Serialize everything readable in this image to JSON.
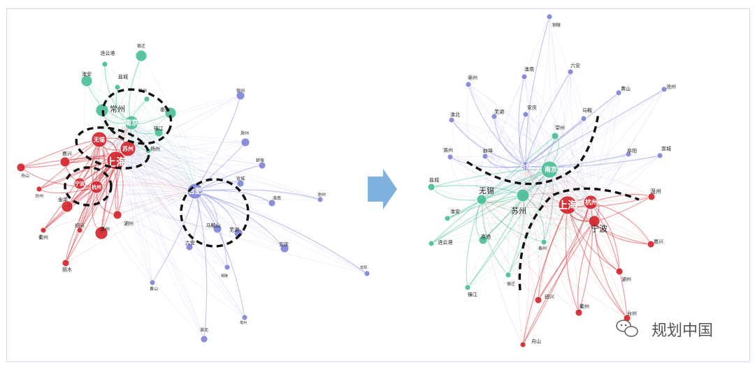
{
  "colors": {
    "red": "#d5262e",
    "green": "#4cbf98",
    "blue": "#7f86d8",
    "arrow": "#7fb2de",
    "frame": "#cfdbe6"
  },
  "left_network": {
    "nodes": [
      {
        "name": "宿迁",
        "c": "green"
      },
      {
        "name": "连云港",
        "c": "green"
      },
      {
        "name": "淮安",
        "c": "green"
      },
      {
        "name": "盐城",
        "c": "green"
      },
      {
        "name": "徐州",
        "c": "green"
      },
      {
        "name": "常州",
        "c": "green"
      },
      {
        "name": "泰州",
        "c": "green"
      },
      {
        "name": "南京",
        "c": "green"
      },
      {
        "name": "镇江",
        "c": "green"
      },
      {
        "name": "扬州",
        "c": "green"
      },
      {
        "name": "无锡",
        "c": "red"
      },
      {
        "name": "苏州",
        "c": "red"
      },
      {
        "name": "上海",
        "c": "red"
      },
      {
        "name": "嘉兴",
        "c": "red"
      },
      {
        "name": "舟山",
        "c": "red"
      },
      {
        "name": "宁波",
        "c": "red"
      },
      {
        "name": "杭州",
        "c": "red"
      },
      {
        "name": "台州",
        "c": "red"
      },
      {
        "name": "金华",
        "c": "red"
      },
      {
        "name": "湖州",
        "c": "red"
      },
      {
        "name": "绍兴",
        "c": "red"
      },
      {
        "name": "温州",
        "c": "red"
      },
      {
        "name": "衢州",
        "c": "red"
      },
      {
        "name": "丽水",
        "c": "red"
      },
      {
        "name": "宿州",
        "c": "blue"
      },
      {
        "name": "滁州",
        "c": "blue"
      },
      {
        "name": "蚌埠",
        "c": "blue"
      },
      {
        "name": "合肥",
        "c": "blue"
      },
      {
        "name": "宣城",
        "c": "blue"
      },
      {
        "name": "淮南",
        "c": "blue"
      },
      {
        "name": "池州",
        "c": "blue"
      },
      {
        "name": "马鞍山",
        "c": "blue"
      },
      {
        "name": "芜湖",
        "c": "blue"
      },
      {
        "name": "六安",
        "c": "blue"
      },
      {
        "name": "安庆",
        "c": "blue"
      },
      {
        "name": "铜陵",
        "c": "blue"
      },
      {
        "name": "黄山",
        "c": "blue"
      },
      {
        "name": "淮北",
        "c": "blue"
      },
      {
        "name": "亳州",
        "c": "blue"
      },
      {
        "name": "阜阳",
        "c": "blue"
      }
    ]
  },
  "right_network": {
    "nodes": [
      {
        "name": "铜陵",
        "c": "blue"
      },
      {
        "name": "亳州",
        "c": "blue"
      },
      {
        "name": "淮南",
        "c": "blue"
      },
      {
        "name": "六安",
        "c": "blue"
      },
      {
        "name": "黄山",
        "c": "blue"
      },
      {
        "name": "池州",
        "c": "blue"
      },
      {
        "name": "淮北",
        "c": "blue"
      },
      {
        "name": "芜湖",
        "c": "blue"
      },
      {
        "name": "安庆",
        "c": "blue"
      },
      {
        "name": "马鞍",
        "c": "blue"
      },
      {
        "name": "滁州",
        "c": "blue"
      },
      {
        "name": "蚌埠",
        "c": "blue"
      },
      {
        "name": "常州",
        "c": "green"
      },
      {
        "name": "阜阳",
        "c": "blue"
      },
      {
        "name": "宣城",
        "c": "blue"
      },
      {
        "name": "盐城",
        "c": "green"
      },
      {
        "name": "合肥",
        "c": "blue"
      },
      {
        "name": "南京",
        "c": "green"
      },
      {
        "name": "无锡",
        "c": "green"
      },
      {
        "name": "苏州",
        "c": "green"
      },
      {
        "name": "淮安",
        "c": "green"
      },
      {
        "name": "连云港",
        "c": "green"
      },
      {
        "name": "南通",
        "c": "green"
      },
      {
        "name": "宿迁",
        "c": "green"
      },
      {
        "name": "泰州",
        "c": "green"
      },
      {
        "name": "镇江",
        "c": "green"
      },
      {
        "name": "上海",
        "c": "red"
      },
      {
        "name": "杭州",
        "c": "red"
      },
      {
        "name": "宁波",
        "c": "red"
      },
      {
        "name": "温州",
        "c": "red"
      },
      {
        "name": "嘉兴",
        "c": "red"
      },
      {
        "name": "湖州",
        "c": "red"
      },
      {
        "name": "绍兴",
        "c": "red"
      },
      {
        "name": "衢州",
        "c": "red"
      },
      {
        "name": "台州",
        "c": "red"
      },
      {
        "name": "舟山",
        "c": "red"
      }
    ]
  },
  "watermark": "规划中国"
}
